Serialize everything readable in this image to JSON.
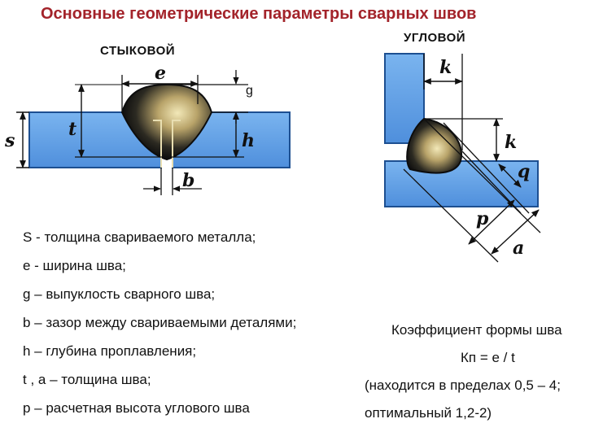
{
  "title": "Основные геометрические параметры сварных швов",
  "diagrams": {
    "butt": {
      "label": "СТЫКОВОЙ",
      "dims": {
        "e": "e",
        "g": "g",
        "s": "s",
        "t": "t",
        "h": "h",
        "b": "b"
      }
    },
    "fillet": {
      "label": "УГЛОВОЙ",
      "dims": {
        "k_top": "k",
        "k_side": "k",
        "q": "q",
        "p": "p",
        "a": "a"
      }
    }
  },
  "legend": [
    "S  - толщина свариваемого металла;",
    "e  - ширина шва;",
    "g – выпуклость сварного шва;",
    "b – зазор между свариваемыми деталями;",
    "h – глубина проплавления;",
    "t , a – толщина шва;",
    "p – расчетная высота углового шва"
  ],
  "coefficient": {
    "title": "Коэффициент формы шва",
    "formula": "Кп = e / t",
    "range": "(находится в пределах 0,5 – 4;",
    "optimal": "оптимальный 1,2-2)"
  },
  "colors": {
    "title": "#a3232a",
    "metal": "#5b9be0",
    "metal_dark": "#2a69b5",
    "weld_dark": "#141414",
    "weld_light": "#e7d9a2",
    "line": "#111111"
  }
}
